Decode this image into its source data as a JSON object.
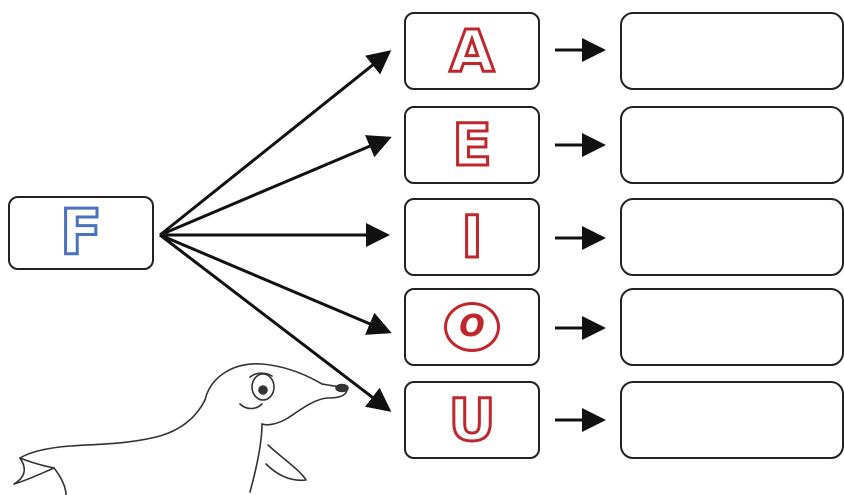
{
  "worksheet": {
    "source_letter": "F",
    "vowels": [
      {
        "letter": "A"
      },
      {
        "letter": "E"
      },
      {
        "letter": "I"
      },
      {
        "letter": "O"
      },
      {
        "letter": "U"
      }
    ],
    "answers": [
      "",
      "",
      "",
      "",
      ""
    ],
    "colors": {
      "source_letter": "#4a72c0",
      "vowel_letters": "#c0272d",
      "lines": "#111111"
    },
    "illustration": "seal"
  }
}
